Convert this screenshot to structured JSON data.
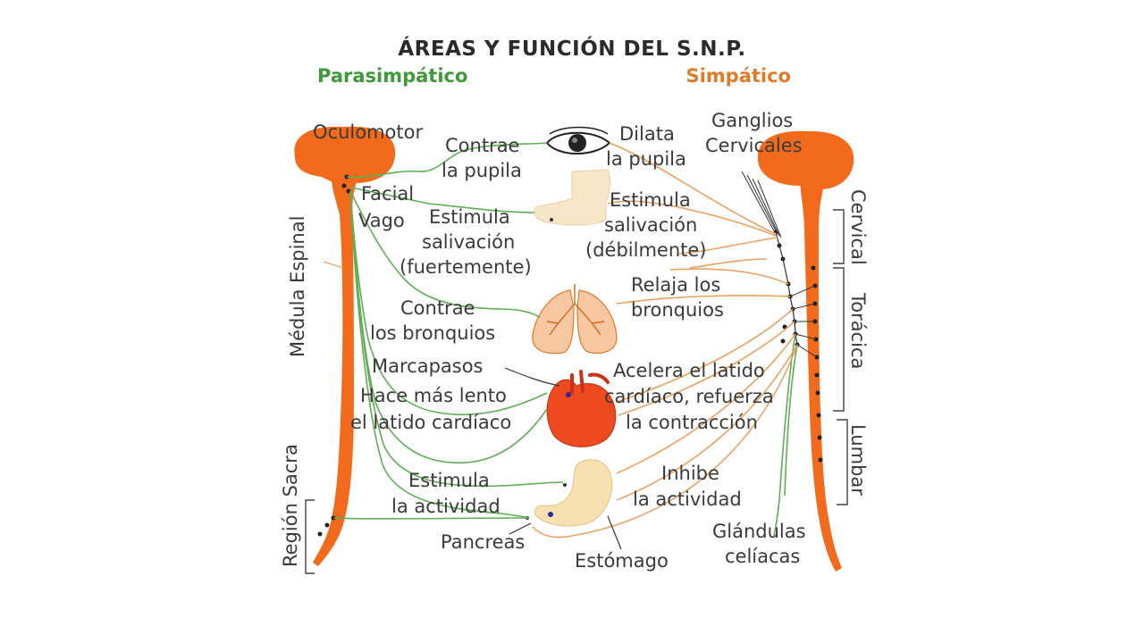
{
  "title": "ÁREAS Y FUNCIÓN DEL S.N.P.",
  "subtitles": {
    "parasympathetic": "Parasimpático",
    "sympathetic": "Simpático"
  },
  "colors": {
    "parasympathetic": "#3f9a3a",
    "sympathetic": "#e07b2a",
    "spine": "#f26b1d",
    "green_nerve": "#5fae55",
    "orange_nerve": "#e8a261"
  },
  "left_labels": {
    "oculomotor": "Oculomotor",
    "facial": "Facial",
    "vago": "Vago",
    "medula": "Médula Espinal",
    "sacra": "Región Sacra"
  },
  "right_labels": {
    "ganglios_1": "Ganglios",
    "ganglios_2": "Cervicales",
    "cervical": "Cervical",
    "toracica": "Torácica",
    "lumbar": "Lumbar",
    "glandulas_1": "Glándulas",
    "glandulas_2": "celíacas"
  },
  "para_functions": {
    "pupil_1": "Contrae",
    "pupil_2": "la pupila",
    "saliva_1": "Estimula",
    "saliva_2": "salivación",
    "saliva_3": "(fuertemente)",
    "bronchi_1": "Contrae",
    "bronchi_2": "los bronquios",
    "pacemaker": "Marcapasos",
    "heart_1": "Hace más lento",
    "heart_2": "el latido cardíaco",
    "stomach_1": "Estimula",
    "stomach_2": "la actividad"
  },
  "symp_functions": {
    "pupil_1": "Dilata",
    "pupil_2": "la pupila",
    "saliva_1": "Estimula",
    "saliva_2": "salivación",
    "saliva_3": "(débilmente)",
    "bronchi_1": "Relaja los",
    "bronchi_2": "bronquios",
    "heart_1": "Acelera el latido",
    "heart_2": "cardíaco, refuerza",
    "heart_3": "la contracción",
    "stomach_1": "Inhibe",
    "stomach_2": "la actividad"
  },
  "organs": {
    "pancreas": "Pancreas",
    "stomach": "Estómago"
  }
}
